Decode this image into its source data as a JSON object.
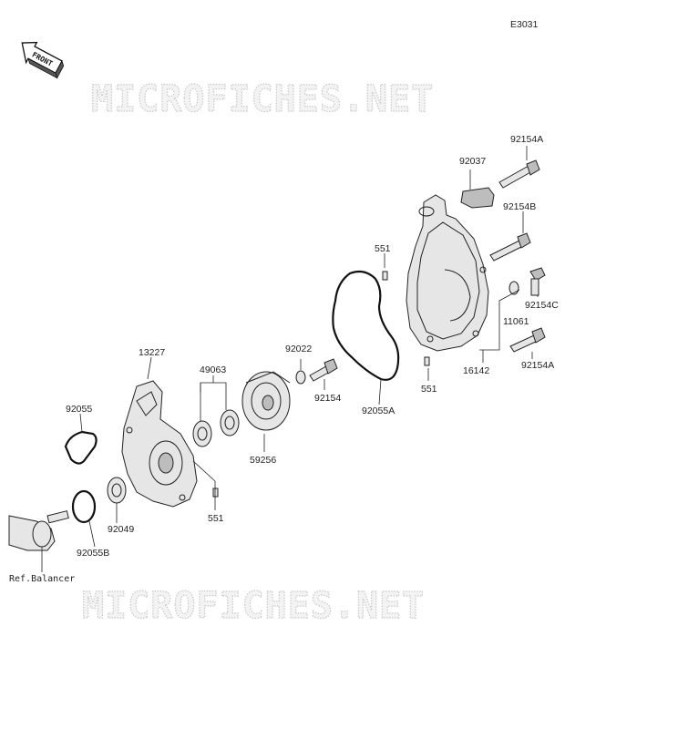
{
  "diagram": {
    "code": "E3031",
    "front_badge": "FRONT",
    "watermark": "MICROFICHES.NET",
    "parts": [
      {
        "id": "p13227",
        "number": "13227"
      },
      {
        "id": "p49063",
        "number": "49063"
      },
      {
        "id": "p92022",
        "number": "92022"
      },
      {
        "id": "p92154",
        "number": "92154"
      },
      {
        "id": "p92055",
        "number": "92055"
      },
      {
        "id": "p59256",
        "number": "59256"
      },
      {
        "id": "p92055A",
        "number": "92055A"
      },
      {
        "id": "p551a",
        "number": "551"
      },
      {
        "id": "p551b",
        "number": "551"
      },
      {
        "id": "p551c",
        "number": "551"
      },
      {
        "id": "p92049",
        "number": "92049"
      },
      {
        "id": "p92055B",
        "number": "92055B"
      },
      {
        "id": "p92037",
        "number": "92037"
      },
      {
        "id": "p92154A_top",
        "number": "92154A"
      },
      {
        "id": "p92154B",
        "number": "92154B"
      },
      {
        "id": "p92154C",
        "number": "92154C"
      },
      {
        "id": "p11061",
        "number": "11061"
      },
      {
        "id": "p16142",
        "number": "16142"
      },
      {
        "id": "p92154A_bot",
        "number": "92154A"
      }
    ],
    "ref_label": "Ref.Balancer"
  }
}
